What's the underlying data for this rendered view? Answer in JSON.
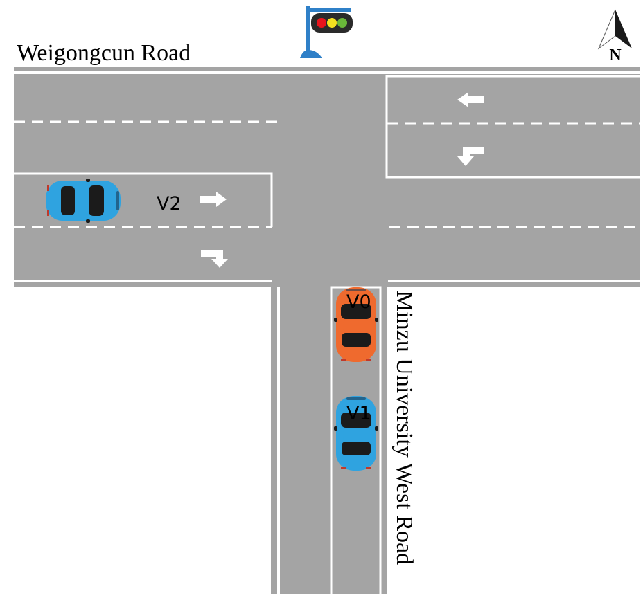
{
  "labels": {
    "main_road": "Weigongcun Road",
    "side_road": "Minzu University West Road",
    "compass": "N"
  },
  "vehicles": [
    {
      "id": "v0",
      "label": "V0",
      "color": "#ef6a2e",
      "heading": "north"
    },
    {
      "id": "v1",
      "label": "V1",
      "color": "#2fa3e0",
      "heading": "north"
    },
    {
      "id": "v2",
      "label": "V2",
      "color": "#2fa3e0",
      "heading": "east"
    }
  ],
  "traffic_light": {
    "lamps": [
      "#e8141c",
      "#f3e020",
      "#6ab73a"
    ],
    "pole_color": "#2f80c8"
  },
  "colors": {
    "road": "#a4a4a4",
    "marking": "#ffffff"
  }
}
